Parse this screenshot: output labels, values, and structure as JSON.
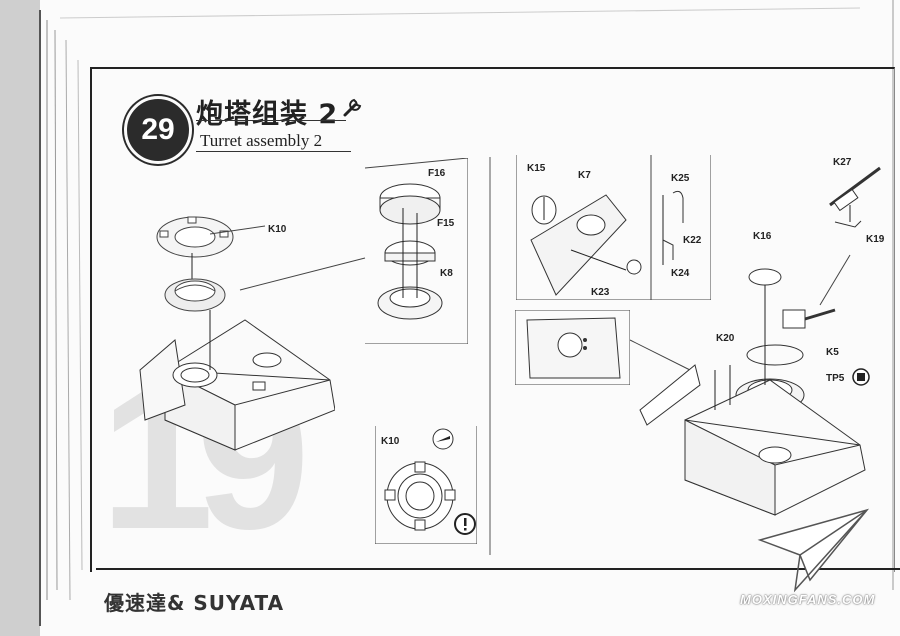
{
  "step": {
    "number": "29",
    "title_cn": "炮塔组装 2",
    "title_en": "Turret assembly 2",
    "tool_icon": "wrench-icon"
  },
  "background_step_number": "19",
  "parts": {
    "k10": "K10",
    "f16": "F16",
    "f15": "F15",
    "k8": "K8",
    "k10_detail": "K10",
    "k15": "K15",
    "k7": "K7",
    "k23": "K23",
    "k25": "K25",
    "k22": "K22",
    "k24": "K24",
    "k27": "K27",
    "k19": "K19",
    "k16": "K16",
    "k20": "K20",
    "k5": "K5",
    "tp5": "TP5"
  },
  "icons": {
    "caution": "caution-icon",
    "cut": "cutter-icon",
    "paint": "paint-icon"
  },
  "footer": {
    "brand": "優速達& SUYATA",
    "watermark": "MOXINGFANS.COM"
  }
}
